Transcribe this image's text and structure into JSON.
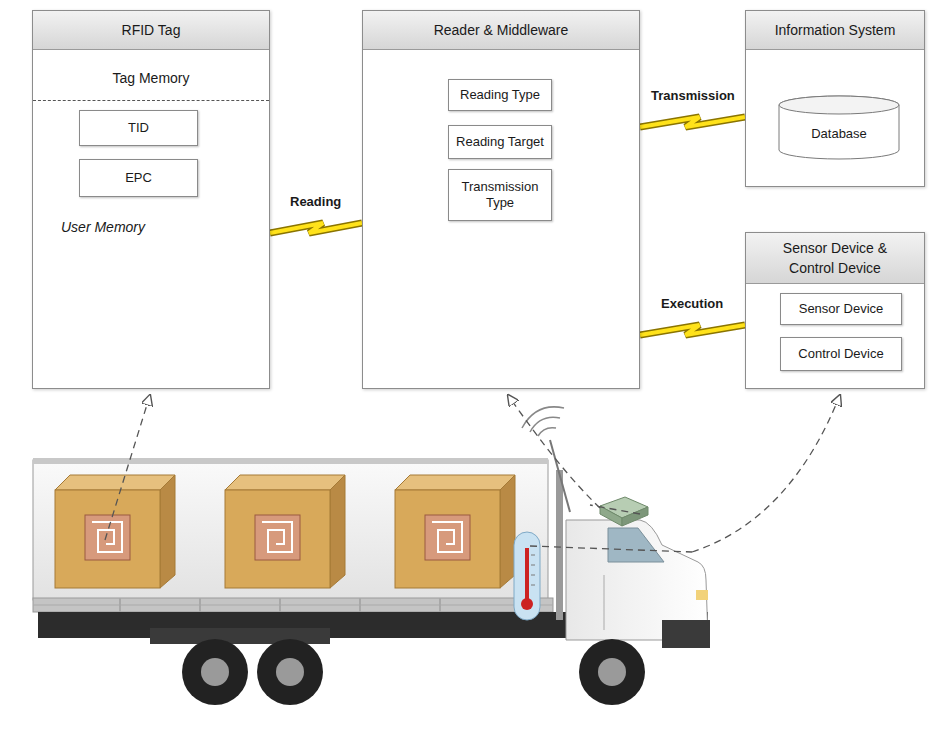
{
  "diagram": {
    "nodes": [
      {
        "text": [
          "RFID Tag",
          "Tag Memory",
          "User Memory"
        ]
      },
      {
        "text": [
          "TID"
        ],
        "in": 0
      },
      {
        "text": [
          "EPC"
        ],
        "in": 0
      },
      {
        "text": [
          "Reader & Middleware"
        ]
      },
      {
        "text": [
          "Reading Type"
        ],
        "in": 3
      },
      {
        "text": [
          "Reading Target"
        ],
        "in": 3
      },
      {
        "text": [
          "Transmission Type"
        ],
        "in": 3
      },
      {
        "text": [
          "Information System"
        ]
      },
      {
        "text": [
          "Database"
        ],
        "in": 7
      },
      {
        "text": [
          "Sensor Device & Control Device"
        ]
      },
      {
        "text": [
          "Sensor Device"
        ],
        "in": 9
      },
      {
        "text": [
          "Control Device"
        ],
        "in": 9
      }
    ],
    "edges": [
      {
        "from": 0,
        "to": 3,
        "label": "Reading",
        "arrow": "none"
      },
      {
        "from": 3,
        "to": 7,
        "label": "Transmission",
        "arrow": "none"
      },
      {
        "from": 3,
        "to": 9,
        "label": "Execution",
        "arrow": "none"
      }
    ]
  }
}
